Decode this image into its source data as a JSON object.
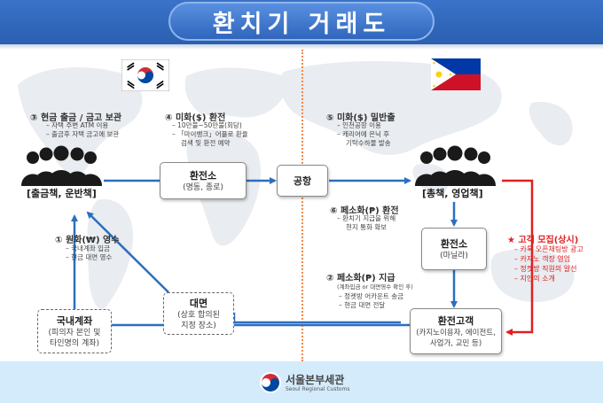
{
  "title": "환치기 거래도",
  "footer": {
    "org_name": "서울본부세관",
    "org_sub": "Seoul Regional Customs"
  },
  "colors": {
    "header": "#2f66bd",
    "arrow_blue": "#2c6fbe",
    "arrow_red": "#e02020",
    "divider": "#f08a4b",
    "footer": "#d4ebfb"
  },
  "flags": [
    "south-korea-flag",
    "philippines-flag"
  ],
  "steps": {
    "s1": {
      "title": "① 원화(₩) 영수",
      "bullets": [
        "국내계좌 입금",
        "현금 대면 영수"
      ]
    },
    "s2": {
      "title": "② 페소화(₱) 지급",
      "note": "(계좌입금 or 대면영수 확인 후)",
      "bullets": [
        "정켓방 어카운트 송금",
        "현금 대면 전달"
      ]
    },
    "s3": {
      "title": "③ 현금 출금 / 금고 보관",
      "bullets": [
        "자택 주변 ATM 이용",
        "출금후 자택 금고에 보관"
      ]
    },
    "s4": {
      "title": "④ 미화($) 환전",
      "bullets": [
        "10만불~50만불(회당)",
        "「마이뱅크」어플로 환율"
      ],
      "extra": "검색 및 환전 예약"
    },
    "s5": {
      "title": "⑤ 미화($) 밀반출",
      "bullets": [
        "인천공항 이용",
        "캐리어에 은닉 후"
      ],
      "extra": "기탁수하물 발송"
    },
    "s6": {
      "title": "⑥ 페소화(₱) 환전",
      "bullets": [
        "환치기 지급을 위해"
      ],
      "extra": "현지 통화 확보"
    }
  },
  "groups": {
    "korea": "[출금책, 운반책]",
    "philippines": "[총책, 영업책]"
  },
  "boxes": {
    "exchange_kr": {
      "title": "환전소",
      "sub": "(명동, 종로)"
    },
    "airport": {
      "title": "공항"
    },
    "exchange_ph": {
      "title": "환전소",
      "sub": "(마닐라)"
    },
    "face": {
      "title": "대면",
      "sub1": "(상호 합의된",
      "sub2": "지정 장소)"
    },
    "domestic": {
      "title": "국내계좌",
      "sub1": "(피의자 본인 및",
      "sub2": "타인명의 계좌)"
    },
    "customer": {
      "title": "환전고객",
      "sub1": "(카지노이용자, 에이전트,",
      "sub2": "사업가, 교민 등)"
    }
  },
  "recruit": {
    "title": "★ 고객 모집(상시)",
    "bullets": [
      "카톡 오픈채팅방 광고",
      "카지노 객장 영업",
      "정켓방 직원의 알선",
      "지인의 소개"
    ]
  }
}
